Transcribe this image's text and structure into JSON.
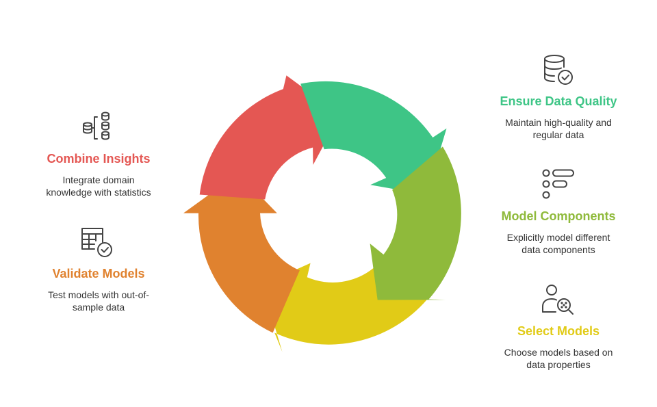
{
  "steps": [
    {
      "id": "ensure-data-quality",
      "title": "Ensure Data Quality",
      "desc": [
        "Maintain high-quality and",
        "regular data"
      ],
      "color": "#3ec586",
      "icon": "database-check-icon"
    },
    {
      "id": "model-components",
      "title": "Model Components",
      "desc": [
        "Explicitly model different",
        "data components"
      ],
      "color": "#8fba3b",
      "icon": "list-components-icon"
    },
    {
      "id": "select-models",
      "title": "Select Models",
      "desc": [
        "Choose models based on",
        "data properties"
      ],
      "color": "#e1cb17",
      "icon": "user-search-icon"
    },
    {
      "id": "validate-models",
      "title": "Validate Models",
      "desc": [
        "Test models with out-of-",
        "sample data"
      ],
      "color": "#e0822f",
      "icon": "table-check-icon"
    },
    {
      "id": "combine-insights",
      "title": "Combine Insights",
      "desc": [
        "Integrate domain",
        "knowledge with statistics"
      ],
      "color": "#e45753",
      "icon": "database-merge-icon"
    }
  ]
}
